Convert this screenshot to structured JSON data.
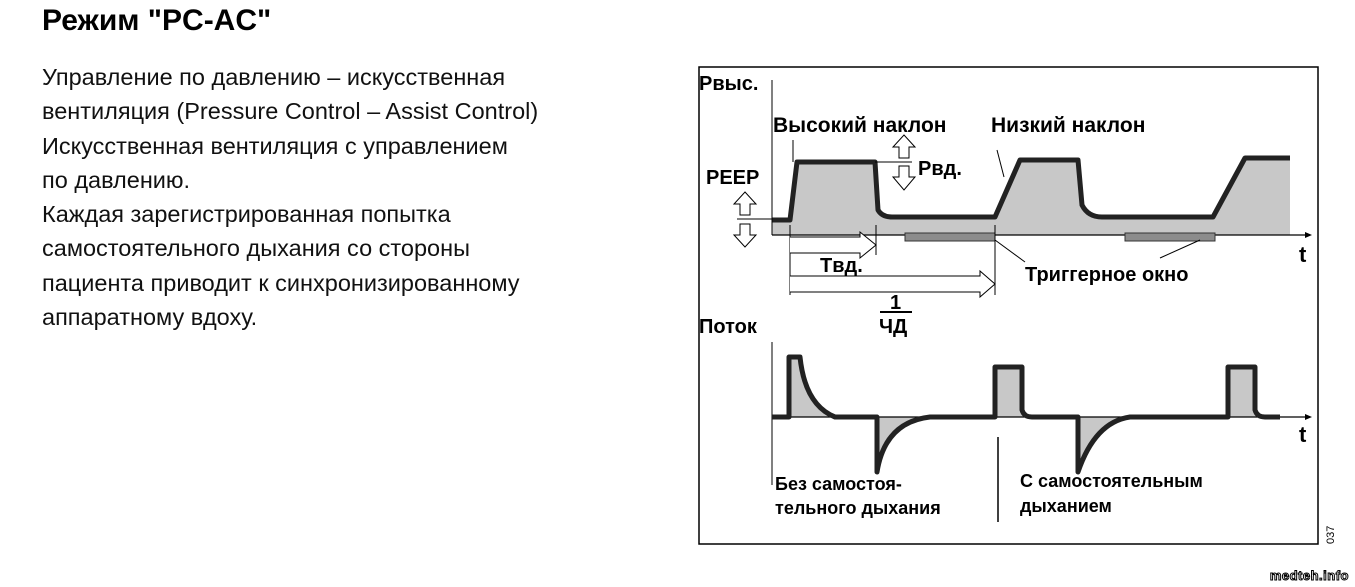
{
  "title": "Режим \"PC-AC\"",
  "description_lines": [
    "Управление по давлению – искусственная",
    "вентиляция (Pressure Control – Assist Control)",
    "Искусственная вентиляция с управлением",
    "по давлению.",
    "Каждая зарегистрированная попытка",
    "самостоятельного дыхания со стороны",
    "пациента приводит к синхронизированному",
    "аппаратному вдоху."
  ],
  "diagram": {
    "pressure_axis_label": "Pвыс.",
    "high_slope_label": "Высокий наклон",
    "low_slope_label": "Низкий наклон",
    "peep_label": "PEEP",
    "pinsp_label": "Pвд.",
    "tinsp_label": "Tвд.",
    "period_numerator": "1",
    "period_denominator": "ЧД",
    "trigger_window_label": "Триггерное окно",
    "time_label": "t",
    "flow_axis_label": "Поток",
    "no_spont_label_1": "Без самостоя-",
    "no_spont_label_2": "тельного дыхания",
    "spont_label_1": "С самостоятельным",
    "spont_label_2": "дыханием",
    "figure_number": "037"
  },
  "watermark": "medteh.info",
  "colors": {
    "fill": "#c8c8c8",
    "trigger": "#8c8c8c",
    "line": "#222222"
  }
}
